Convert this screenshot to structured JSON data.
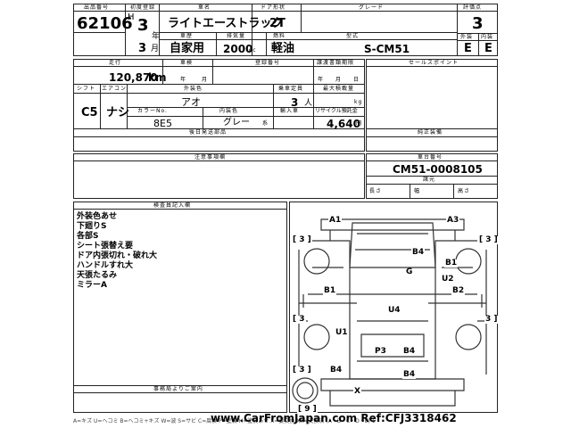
{
  "header": {
    "lot_no_label": "出品番号",
    "lot_no": "62106",
    "first_reg_label": "初度登録",
    "era": "H",
    "year": "3",
    "year_unit": "年",
    "month": "3",
    "month_unit": "月",
    "car_name_label": "車名",
    "car_name": "ライトエーストラック",
    "doors_label": "ドア形状",
    "doors": "2T",
    "grade_label": "グレード",
    "score_label": "評価点",
    "score": "3",
    "exterior_label": "外装",
    "interior_label": "内装",
    "exterior": "E",
    "interior": "E",
    "vehicle_type_label": "車歴",
    "vehicle_type": "自家用",
    "displacement_label": "排気量",
    "displacement": "2000",
    "displacement_unit": "cc",
    "fuel_label": "燃料",
    "fuel": "軽油",
    "model_label": "型式",
    "model": "S-CM51"
  },
  "specs": {
    "mileage_label": "走行",
    "mileage": "120,870",
    "mileage_unit": "km",
    "inspection_label": "車検",
    "year_unit": "年",
    "month_unit": "月",
    "reg_no_label": "登録番号",
    "transfer_label": "譲渡書類期限",
    "transfer_year": "年",
    "transfer_month": "月",
    "transfer_day": "日",
    "shift_label": "シフト",
    "shift": "C5",
    "ac_label": "エアコン",
    "ac": "ナシ",
    "color_label": "外装色",
    "color": "アオ",
    "capacity_label": "乗車定員",
    "capacity": "3",
    "capacity_unit": "人",
    "load_label": "最大積載量",
    "load_unit": "kg",
    "color_no_label": "カラーNo.",
    "color_no": "8E5",
    "int_color_label": "内装色",
    "int_color": "グレー",
    "int_color_unit": "系",
    "import_label": "輸入車",
    "recycle_label": "リサイクル預託金",
    "recycle": "4,640",
    "recycle_unit": "円",
    "after_parts_label": "後日発送部品",
    "selling_points_label": "セールスポイント",
    "genuine_label": "純正装備",
    "notes_label": "注意事項欄",
    "chassis_label": "車台番号",
    "chassis": "CM51-0008105",
    "dims_label": "諸元",
    "length_label": "長さ",
    "width_label": "幅",
    "height_label": "高さ"
  },
  "inspector": {
    "label": "検査員記入欄",
    "notes": [
      "外装色あせ",
      "下廻りS",
      "各部S",
      "シート張替え要",
      "ドア内張切れ・破れ大",
      "ハンドルすれ大",
      "天張たるみ",
      "ミラーA"
    ],
    "office_label": "事務局よりご案内"
  },
  "damage_map": {
    "marks": [
      "A1",
      "A3",
      "B4",
      "G",
      "B1",
      "U2",
      "B2",
      "B1",
      "U4",
      "U1",
      "P3",
      "B4",
      "B4",
      "B4",
      "X"
    ],
    "brackets": [
      "[ 3 ]",
      "[ 3 ]",
      "[ 3",
      "3 ]",
      "[ 3 ]",
      "[ 9 ]"
    ]
  },
  "footer": {
    "legend": "A=キズ U=ヘコミ B=ヘコミ+キズ W=波 S=サビ C=腐食 P=塗装 H=塗装あせ X=要交換 XX=交換済 (A・B・C・D・E) 1",
    "watermark": "www.CarFromJapan.com Ref:CFJ3318462"
  }
}
